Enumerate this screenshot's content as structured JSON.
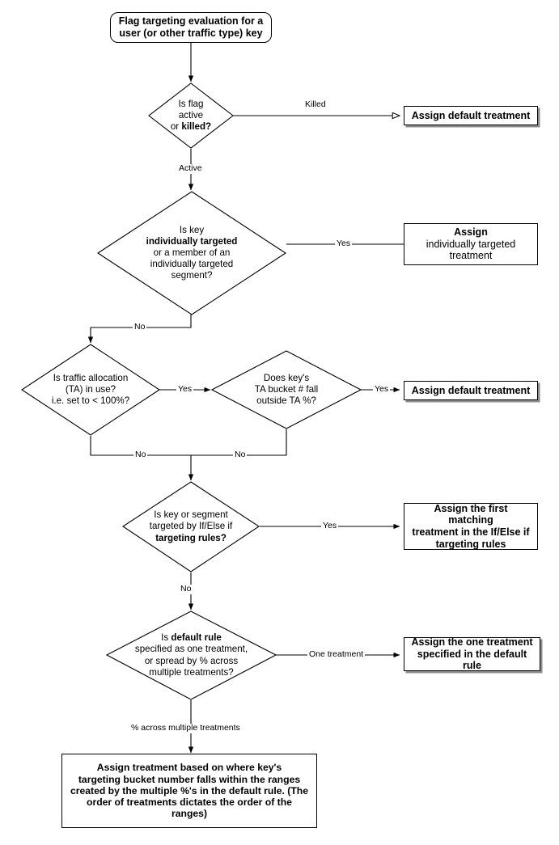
{
  "diagram": {
    "title": "Flag targeting evaluation flowchart",
    "type": "flowchart",
    "stroke_color": "#000000",
    "shadow_color": "#8c8c8c",
    "background": "#ffffff"
  },
  "nodes": {
    "start": {
      "shape": "terminator",
      "line1": "Flag targeting evaluation for a",
      "line2": "user (or other traffic type) key"
    },
    "decision_flag_active": {
      "shape": "decision",
      "line1": "Is flag",
      "line2": "active",
      "line3_plain": "or ",
      "line3_bold": "killed?"
    },
    "box_assign_default_1": {
      "shape": "process",
      "text": "Assign default treatment"
    },
    "decision_individually_targeted": {
      "shape": "decision",
      "line1": "Is key",
      "line2_bold": "individually targeted",
      "line3": "or a member of an",
      "line4": "individually targeted",
      "line5": "segment?"
    },
    "box_assign_individually_targeted": {
      "shape": "process",
      "line1_bold": "Assign",
      "line2": "individually targeted",
      "line3": "treatment"
    },
    "decision_traffic_allocation": {
      "shape": "decision",
      "line1": "Is traffic allocation",
      "line2": "(TA) in use?",
      "line3": "i.e. set to < 100%?"
    },
    "decision_ta_bucket": {
      "shape": "decision",
      "line1": "Does key's",
      "line2": "TA bucket # fall",
      "line3": "outside TA %?"
    },
    "box_assign_default_2": {
      "shape": "process",
      "text": "Assign default treatment"
    },
    "decision_if_else_rules": {
      "shape": "decision",
      "line1": "Is key or segment",
      "line2": "targeted by If/Else if",
      "line3_bold": "targeting rules?"
    },
    "box_assign_first_matching": {
      "shape": "process",
      "line1": "Assign the first matching",
      "line2": "treatment in the If/Else if",
      "line3": "targeting rules"
    },
    "decision_default_rule": {
      "shape": "decision",
      "line1_plain": "Is ",
      "line1_bold": "default rule",
      "line2": "specified as one treatment,",
      "line3": "or spread by % across",
      "line4": "multiple treatments?"
    },
    "box_assign_one_treatment": {
      "shape": "process",
      "line1": "Assign the one treatment",
      "line2": "specified in the default rule"
    },
    "box_assign_by_ranges": {
      "shape": "process",
      "line1": "Assign treatment based on where key's",
      "line2": "targeting bucket number falls within the ranges",
      "line3": "created by the multiple %'s in the default rule. (The",
      "line4": "order of treatments dictates the order of the ranges)"
    }
  },
  "edge_labels": {
    "killed": "Killed",
    "active": "Active",
    "yes_individually_targeted": "Yes",
    "no_individually_targeted": "No",
    "yes_traffic_allocation": "Yes",
    "no_traffic_allocation": "No",
    "yes_ta_bucket": "Yes",
    "no_ta_bucket": "No",
    "yes_if_else": "Yes",
    "no_if_else": "No",
    "one_treatment": "One treatment",
    "percent_across_multiple": "% across multiple treatments"
  }
}
